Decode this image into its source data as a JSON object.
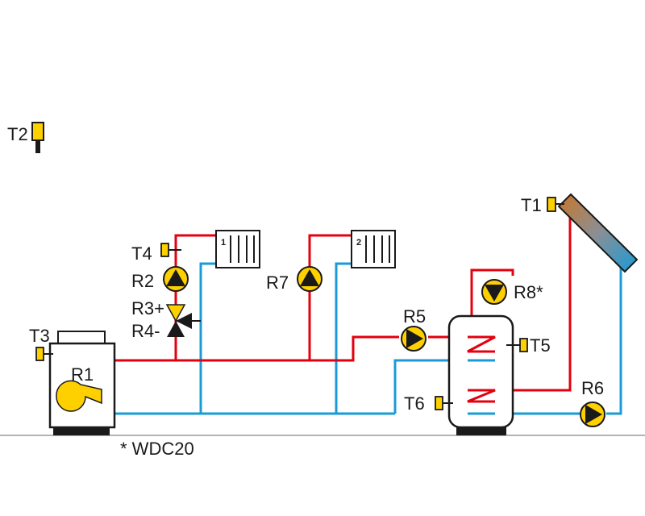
{
  "labels": {
    "t1": "T1",
    "t2": "T2",
    "t3": "T3",
    "t4": "T4",
    "t5": "T5",
    "t6": "T6",
    "r1": "R1",
    "r2": "R2",
    "r3": "R3+",
    "r4": "R4-",
    "r5": "R5",
    "r6": "R6",
    "r7": "R7",
    "r8": "R8*",
    "radiator1": "1",
    "radiator2": "2",
    "footnote": "* WDC20"
  },
  "colors": {
    "hot": "#e3000f",
    "cold": "#1a9bd7",
    "component": "#ffd000",
    "outline": "#1a1a1a",
    "ground": "#9a9a9a"
  },
  "icons": [
    "boiler-icon",
    "burner-icon",
    "pump-icon",
    "mixing-valve-icon",
    "radiator-icon",
    "storage-tank-icon",
    "solar-collector-icon",
    "temperature-sensor-icon"
  ]
}
